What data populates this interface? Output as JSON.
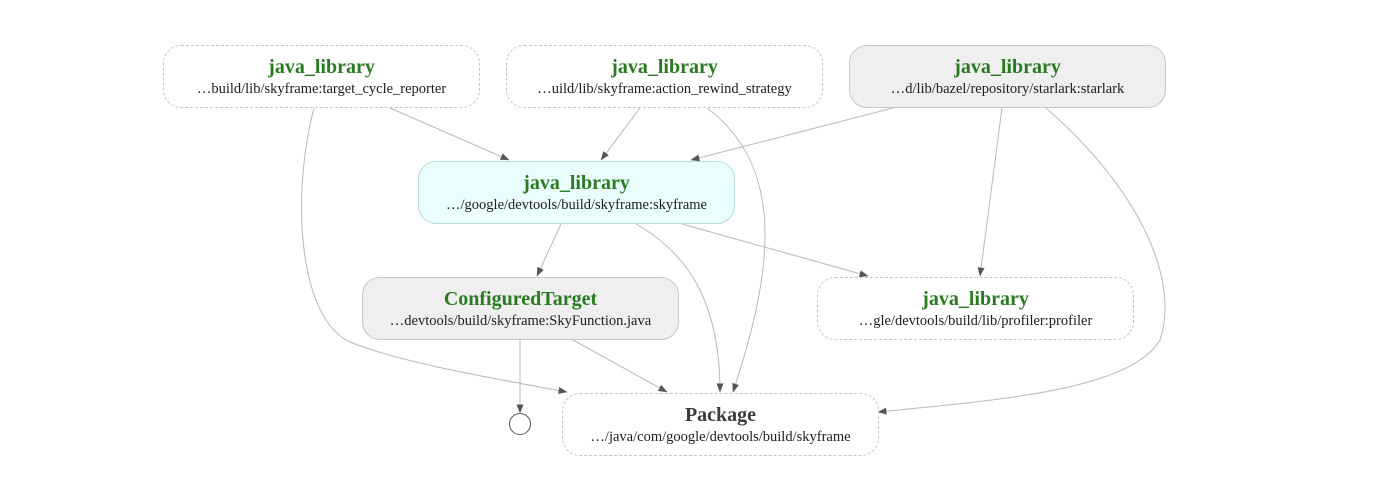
{
  "colors": {
    "label_green": "#2a7a22",
    "label_dark": "#3a3a3a",
    "edge": "#b8b8b8",
    "arrow": "#555555",
    "fill_grey": "#efefef",
    "fill_cyan": "#eafefe"
  },
  "nodes": {
    "cycle_reporter": {
      "kind": "java_library",
      "path": "…build/lib/skyframe:target_cycle_reporter"
    },
    "rewind_strategy": {
      "kind": "java_library",
      "path": "…uild/lib/skyframe:action_rewind_strategy"
    },
    "starlark": {
      "kind": "java_library",
      "path": "…d/lib/bazel/repository/starlark:starlark"
    },
    "skyframe": {
      "kind": "java_library",
      "path": "…/google/devtools/build/skyframe:skyframe"
    },
    "configured_target": {
      "kind": "ConfiguredTarget",
      "path": "…devtools/build/skyframe:SkyFunction.java"
    },
    "profiler": {
      "kind": "java_library",
      "path": "…gle/devtools/build/lib/profiler:profiler"
    },
    "package": {
      "kind": "Package",
      "path": "…/java/com/google/devtools/build/skyframe"
    }
  }
}
